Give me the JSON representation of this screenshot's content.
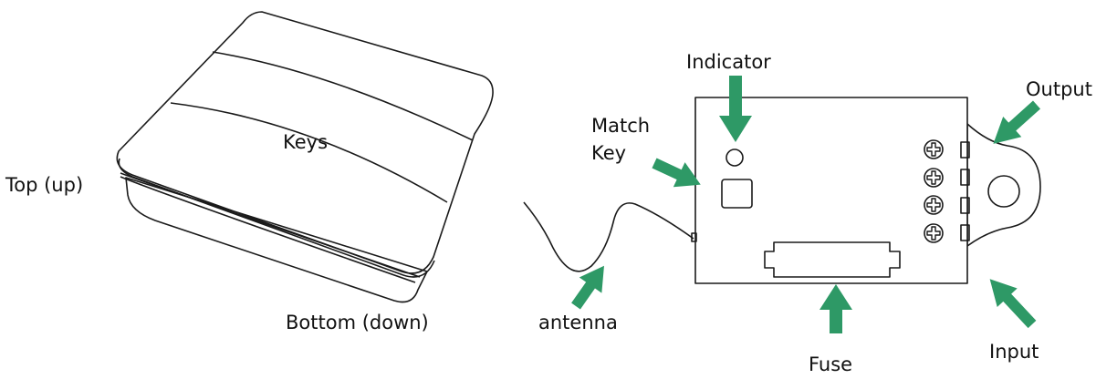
{
  "labels": {
    "keys": "Keys",
    "top": "Top (up)",
    "bottom": "Bottom (down)",
    "indicator": "Indicator",
    "match_key_line1": "Match",
    "match_key_line2": "Key",
    "antenna": "antenna",
    "fuse": "Fuse",
    "output": "Output",
    "input": "Input"
  },
  "colors": {
    "arrow": "#2e9966",
    "line": "#1a1a1a",
    "background": "#ffffff"
  }
}
